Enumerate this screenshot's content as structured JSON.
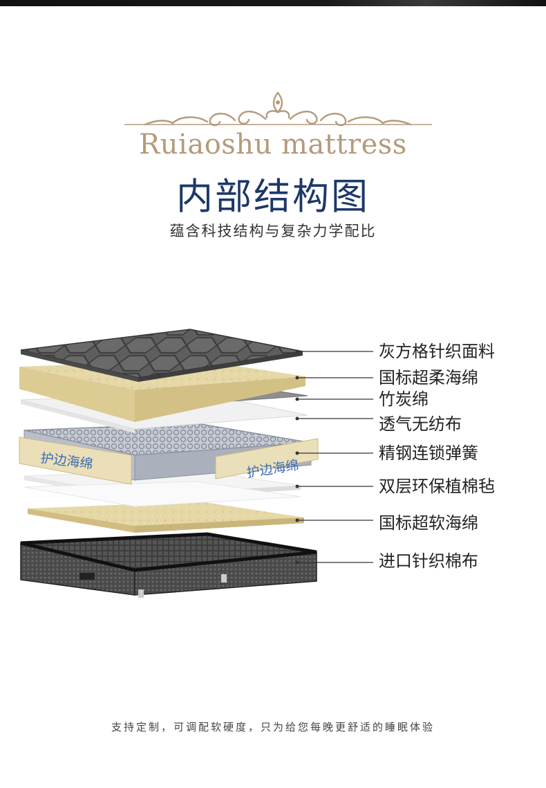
{
  "brand": "Ruiaoshu mattress",
  "title": "内部结构图",
  "subtitle": "蕴含科技结构与复杂力学配比",
  "edge_label": "护边海绵",
  "layers": [
    "灰方格针织面料",
    "国标超柔海绵",
    "竹炭绵",
    "透气无纺布",
    "精钢连锁弹簧",
    "双层环保植棉毡",
    "国标超软海绵",
    "进口针织棉布"
  ],
  "footer": "支持定制，可调配软硬度，只为给您每晚更舒适的睡眠体验",
  "colors": {
    "brand": "#b49a7c",
    "title": "#1d3868",
    "fabric": "#5b5b5b",
    "foam": "#e6d8a6",
    "spring": "#b8bcc6",
    "edge_text": "#3b6bb5"
  }
}
